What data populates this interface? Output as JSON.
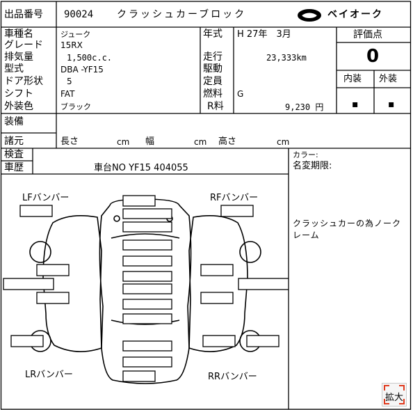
{
  "header": {
    "lot_label": "出品番号",
    "lot_value": "90024",
    "block": "クラッシュカーブロック",
    "logo": "ベイオーク"
  },
  "fields": {
    "model_label": "車種名",
    "model_value": "ジューク",
    "grade_label": "グレード",
    "grade_value": "15RX",
    "displacement_label": "排気量",
    "displacement_value": "1,500c.c.",
    "type_label": "型式",
    "type_value": "DBA -YF15",
    "doors_label": "ドア形状",
    "doors_value": "5",
    "shift_label": "シフト",
    "shift_value": "FAT",
    "color_label": "外装色",
    "color_value": "ブラック",
    "year_label": "年式",
    "year_value": "H 27年　3月",
    "mileage_label": "走行",
    "mileage_value": "23,333km",
    "drive_label": "駆動",
    "drive_value": "",
    "capacity_label": "定員",
    "capacity_value": "",
    "fuel_label": "燃料",
    "fuel_value": "G",
    "recycle_label": "R料",
    "recycle_value": "9,230 円"
  },
  "rating": {
    "label": "評価点",
    "value": "0",
    "interior_label": "内装",
    "exterior_label": "外装",
    "interior_value": "▪",
    "exterior_value": "▪"
  },
  "equipment_label": "装備",
  "specs": {
    "label": "諸元",
    "length_label": "長さ",
    "width_label": "幅",
    "height_label": "高さ",
    "unit": "cm"
  },
  "inspection_label": "検査",
  "history_label": "車歴",
  "chassis": "車台NO YF15 404055",
  "notes": {
    "color_label": "カラー:",
    "deadline_label": "名変期限:",
    "remark": "クラッシュカーの為ノークレーム"
  },
  "diagram": {
    "lf": "LFバンバー",
    "rf": "RFバンバー",
    "lr": "LRバンバー",
    "rr": "RRバンバー"
  },
  "expand_button": "拡大"
}
